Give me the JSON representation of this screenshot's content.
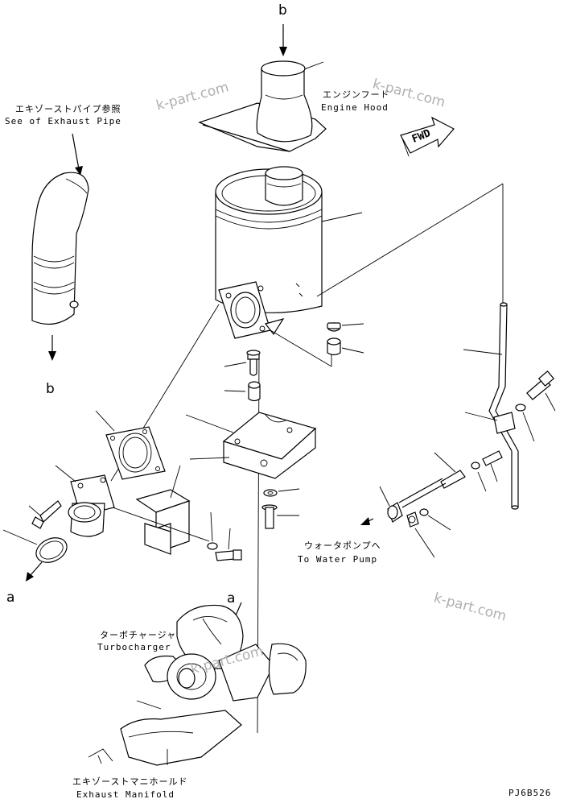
{
  "labels": {
    "engine_hood_jp": "エンジンフード",
    "engine_hood_en": "Engine Hood",
    "exhaust_pipe_jp": "エキゾーストパイプ参照",
    "exhaust_pipe_en": "See of Exhaust Pipe",
    "water_pump_jp": "ウォータポンプへ",
    "water_pump_en": "To Water Pump",
    "turbo_jp": "ターボチャージャ",
    "turbo_en": "Turbocharger",
    "manifold_jp": "エキゾーストマニホールド",
    "manifold_en": "Exhaust Manifold",
    "fwd": "FWD",
    "ref_b_top": "b",
    "ref_b_left": "b",
    "ref_a_left": "a",
    "ref_a_turbo": "a",
    "drawing_code": "PJ6B526"
  },
  "watermarks": [
    "k-part.com",
    "k-part.com",
    "k-part.com",
    "k-part.com"
  ]
}
